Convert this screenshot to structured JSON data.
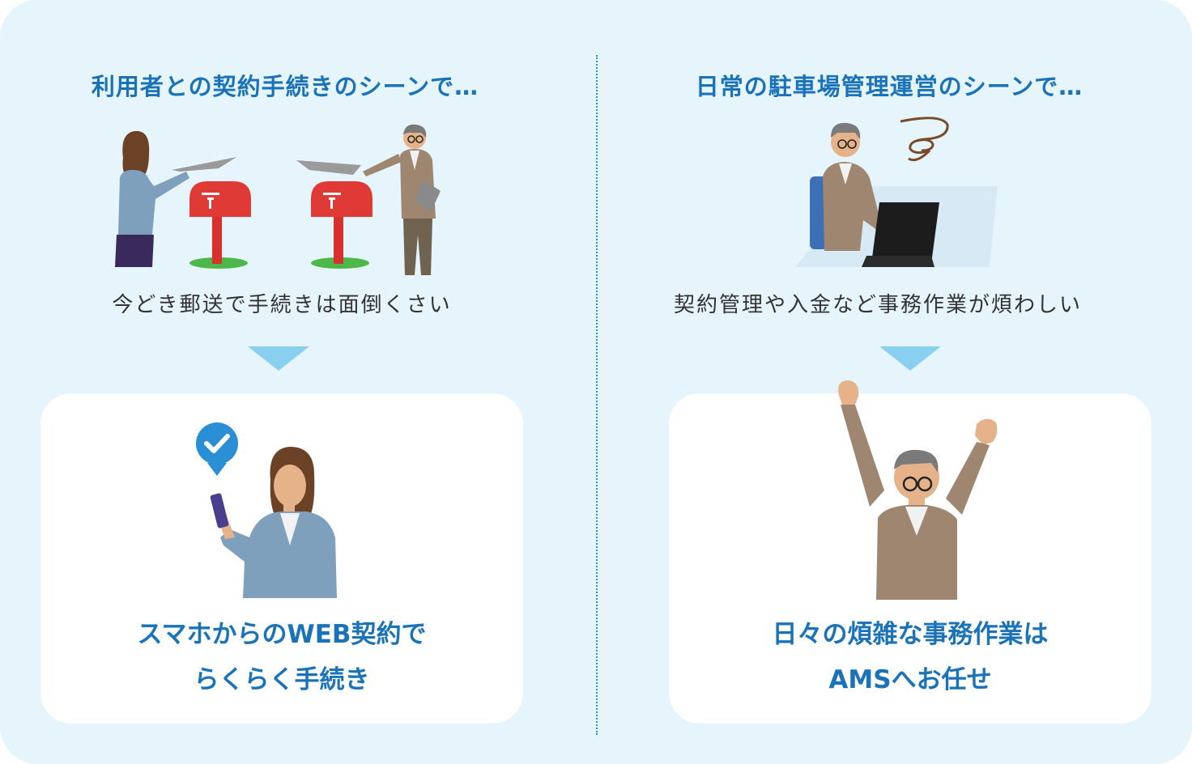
{
  "left": {
    "heading": "利用者との契約手続きのシーンで…",
    "problem": "今どき郵送で手続きは面倒くさい",
    "solution_line1": "スマホからのWEB契約で",
    "solution_line2": "らくらく手続き",
    "problem_illustration": "people-posting-mail-illustration",
    "solution_illustration": "woman-with-smartphone-illustration"
  },
  "right": {
    "heading": "日常の駐車場管理運営のシーンで…",
    "problem": "契約管理や入金など事務作業が煩わしい",
    "solution_line1": "日々の煩雑な事務作業は",
    "solution_line2": "AMSへお任せ",
    "problem_illustration": "man-at-computer-illustration",
    "solution_illustration": "man-cheering-illustration"
  },
  "colors": {
    "background": "#e6f4fc",
    "heading": "#1a73b9",
    "arrow": "#88cff0",
    "card": "#ffffff",
    "check_badge": "#2b8fd6",
    "mailbox": "#e03a36"
  }
}
